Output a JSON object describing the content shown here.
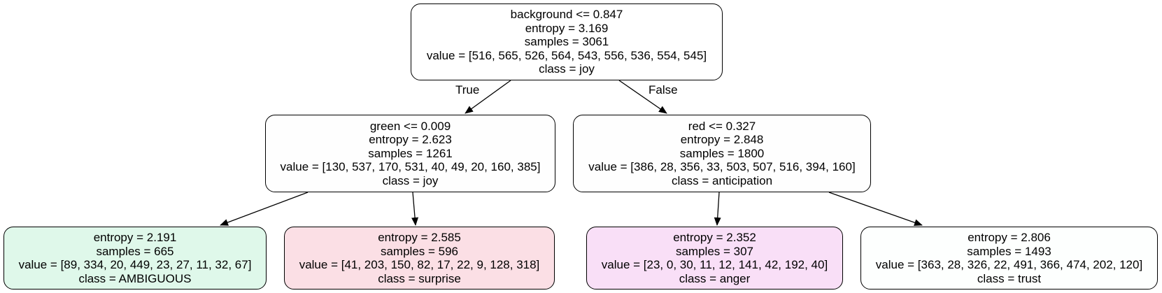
{
  "tree": {
    "nodes": {
      "root": {
        "fill": "#ffffff",
        "lines": [
          "background <= 0.847",
          "entropy = 3.169",
          "samples = 3061",
          "value = [516, 565, 526, 564, 543, 556, 536, 554, 545]",
          "class = joy"
        ]
      },
      "left": {
        "fill": "#fefefe",
        "lines": [
          "green <= 0.009",
          "entropy = 2.623",
          "samples = 1261",
          "value = [130, 537, 170, 531, 40, 49, 20, 160, 385]",
          "class = joy"
        ]
      },
      "right": {
        "fill": "#fefefe",
        "lines": [
          "red <= 0.327",
          "entropy = 2.848",
          "samples = 1800",
          "value = [386, 28, 356, 33, 503, 507, 516, 394, 160]",
          "class = anticipation"
        ]
      },
      "leaf1": {
        "fill": "#dff8ea",
        "lines": [
          "entropy = 2.191",
          "samples = 665",
          "value = [89, 334, 20, 449, 23, 27, 11, 32, 67]",
          "class = AMBIGUOUS"
        ]
      },
      "leaf2": {
        "fill": "#fbdfe5",
        "lines": [
          "entropy = 2.585",
          "samples = 596",
          "value = [41, 203, 150, 82, 17, 22, 9, 128, 318]",
          "class = surprise"
        ]
      },
      "leaf3": {
        "fill": "#f9dff7",
        "lines": [
          "entropy = 2.352",
          "samples = 307",
          "value = [23, 0, 30, 11, 12, 141, 42, 192, 40]",
          "class = anger"
        ]
      },
      "leaf4": {
        "fill": "#fdfffe",
        "lines": [
          "entropy = 2.806",
          "samples = 1493",
          "value = [363, 28, 326, 22, 491, 366, 474, 202, 120]",
          "class = trust"
        ]
      }
    },
    "edge_labels": {
      "true": "True",
      "false": "False"
    }
  }
}
